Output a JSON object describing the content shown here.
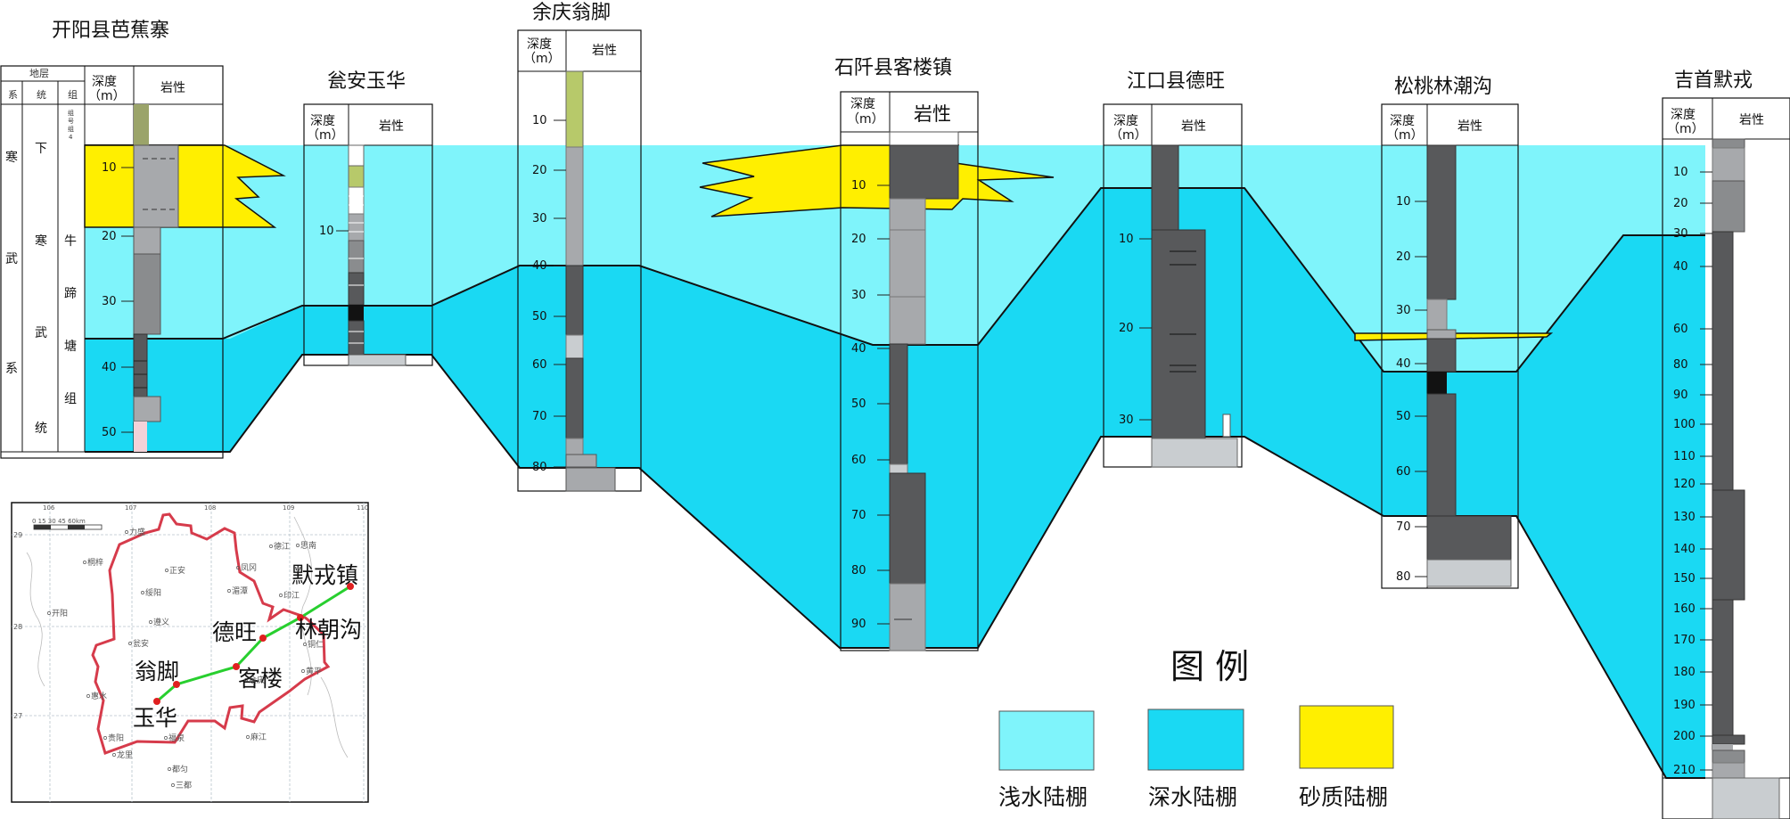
{
  "colors": {
    "shallow": "#7ff4fb",
    "deep": "#1ad9f3",
    "sand": "#ffef00",
    "outline": "#111111",
    "rock_dark": "#58595b",
    "rock_mid": "#8a8c8e",
    "rock_light": "#a7a9ac",
    "rock_pale": "#c9cdd0",
    "olive": "#9ba46a",
    "green_rock": "#b7c96a",
    "black": "#121212",
    "pink": "#f4d2d8",
    "map_border": "#d63b4b",
    "map_route": "#28cf2f"
  },
  "header": {
    "depth": "深度",
    "depth_unit": "（m）",
    "lith": "岩性"
  },
  "sections": [
    {
      "title": "开阳县芭蕉寨",
      "ticks": [
        "10",
        "20",
        "30",
        "40",
        "50"
      ]
    },
    {
      "title": "瓮安玉华",
      "ticks": [
        "10"
      ]
    },
    {
      "title": "余庆翁脚",
      "ticks": [
        "10",
        "20",
        "30",
        "40",
        "50",
        "60",
        "70",
        "80"
      ]
    },
    {
      "title": "石阡县客楼镇",
      "ticks": [
        "10",
        "20",
        "30",
        "40",
        "50",
        "60",
        "70",
        "80",
        "90"
      ]
    },
    {
      "title": "江口县德旺",
      "ticks": [
        "10",
        "20",
        "30"
      ]
    },
    {
      "title": "松桃林潮沟",
      "ticks": [
        "10",
        "20",
        "30",
        "40",
        "50",
        "60",
        "70",
        "80"
      ]
    },
    {
      "title": "吉首默戎",
      "ticks": [
        "10",
        "20",
        "30",
        "40",
        "60",
        "80",
        "90",
        "100",
        "110",
        "120",
        "130",
        "140",
        "150",
        "160",
        "170",
        "180",
        "190",
        "200",
        "210"
      ]
    }
  ],
  "strat": {
    "title": "地层",
    "system": "系",
    "series": "统",
    "group": "组",
    "col1": "寒武系",
    "col2": "下寒武统",
    "col3": "牛蹄塘组",
    "tiny": [
      "组",
      "号",
      "组",
      "4"
    ]
  },
  "map": {
    "cities": [
      "默戎镇",
      "德旺",
      "林朝沟",
      "翁脚",
      "客楼",
      "玉华"
    ],
    "towns": [
      "力盛",
      "正安",
      "遵义",
      "桐梓",
      "绥阳",
      "湄潭",
      "德江",
      "思南",
      "印江",
      "铜仁",
      "凤冈",
      "瓮安",
      "贵阳",
      "龙里",
      "都匀",
      "惠水",
      "三都",
      "福泉",
      "麻江",
      "余庆",
      "黄平",
      "开阳"
    ],
    "lat": [
      "29",
      "28",
      "27"
    ],
    "lon": [
      "106",
      "107",
      "108",
      "109",
      "110"
    ],
    "scale": "0 15 30 45 60km"
  },
  "legend": {
    "title": "图 例",
    "items": [
      "浅水陆棚",
      "深水陆棚",
      "砂质陆棚"
    ]
  }
}
